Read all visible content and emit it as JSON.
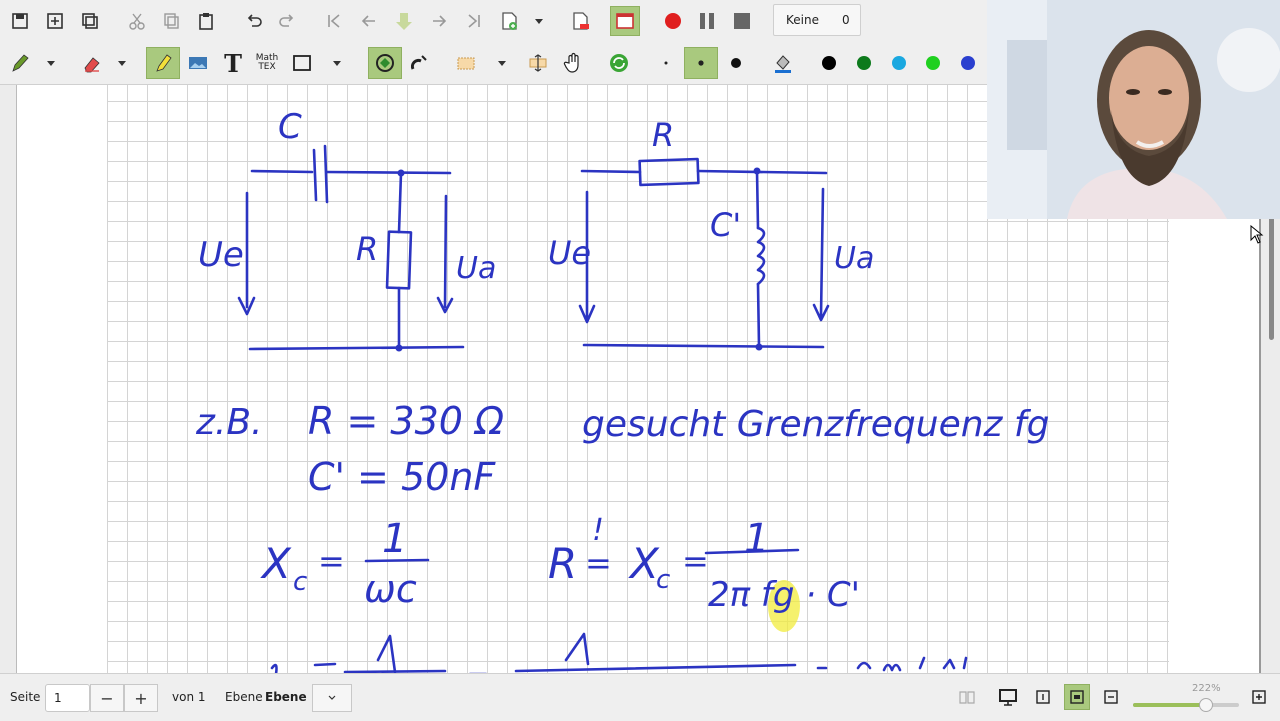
{
  "toolbar_top": {
    "recording_counter": {
      "label": "Keine",
      "count": "0"
    },
    "colors": {
      "record": "#e01f1f",
      "pause": "#666666",
      "stop": "#666666"
    }
  },
  "toolbar_bottom": {
    "math_tex_top": "Math",
    "math_tex_bottom": "TEX",
    "text_tool_glyph": "T",
    "pen_colors": [
      "#000000",
      "#0d7a1c",
      "#1aa8e0",
      "#1fd01f",
      "#2a3fcf"
    ],
    "accent": "#a9c97e"
  },
  "page": {
    "labels": {
      "c_top": "C",
      "ue_left": "Ue",
      "r_mid": "R",
      "ua_left": "Ua",
      "r_top": "R",
      "c_prime": "C'",
      "ue_right": "Ue",
      "ua_right": "Ua",
      "zb": "z.B.",
      "r_value": "R = 330 Ω",
      "c_value": "C' = 50nF",
      "searched": "gesucht Grenzfrequenz fg",
      "xc_left": "X",
      "xc_sub": "c",
      "eq": "=",
      "one": "1",
      "omega_c": "ωc",
      "r_eq": "R",
      "exclam": "!",
      "xc2": "X",
      "xc2_sub": "c",
      "two_pi_fg_c": "2π fg · C'"
    }
  },
  "statusbar": {
    "page_label": "Seite",
    "page_value": "1",
    "minus": "−",
    "plus": "+",
    "of_pages": "von 1",
    "layer_label": "Ebene",
    "layer_value": "Ebene 1",
    "zoom": "222%"
  }
}
